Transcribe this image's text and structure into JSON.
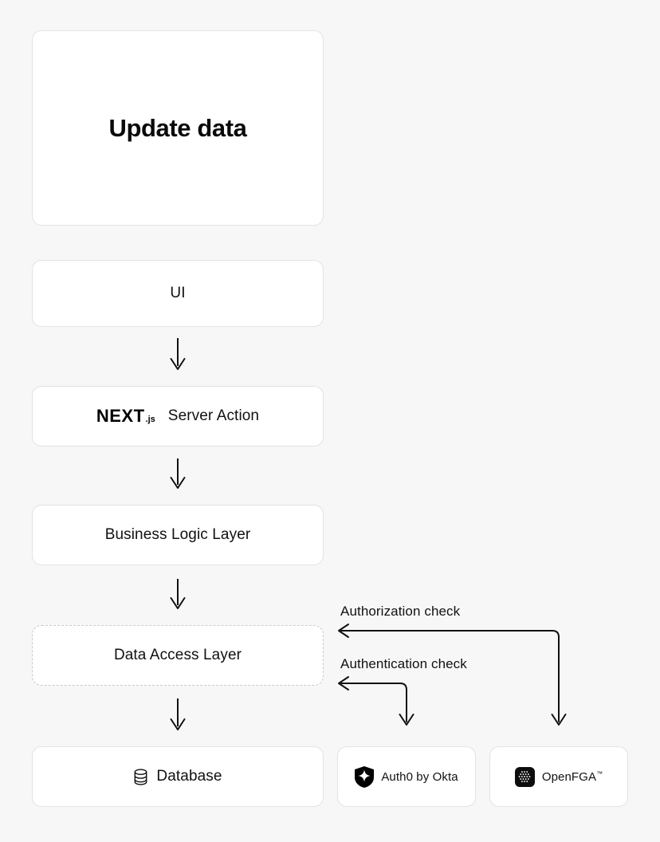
{
  "diagram": {
    "title": "Update data",
    "background_color": "#f7f7f7",
    "card_background": "#ffffff",
    "border_color": "#e3e3e3",
    "dashed_border_color": "#c9c9c9",
    "stroke_color": "#111111"
  },
  "nodes": {
    "update": {
      "label": "Update data"
    },
    "ui": {
      "label": "UI"
    },
    "server_action": {
      "logo": "nextjs-logo",
      "logo_word": "NEXT",
      "logo_suffix": ".js",
      "label": "Server Action"
    },
    "business_logic": {
      "label": "Business Logic Layer"
    },
    "data_access": {
      "label": "Data Access Layer",
      "style": "dashed"
    },
    "database": {
      "icon": "database-icon",
      "label": "Database"
    },
    "auth0": {
      "icon": "auth0-shield-icon",
      "label": "Auth0 by Okta"
    },
    "openfga": {
      "icon": "openfga-icon",
      "label": "OpenFGA",
      "trademark": "™"
    }
  },
  "connectors": {
    "ui_to_server": {
      "direction": "down"
    },
    "server_to_business": {
      "direction": "down"
    },
    "business_to_data_access": {
      "direction": "down"
    },
    "data_access_to_database": {
      "direction": "down"
    },
    "authorization": {
      "label": "Authorization check",
      "from": "openfga",
      "to": "data_access"
    },
    "authentication": {
      "label": "Authentication check",
      "from": "auth0",
      "to": "data_access"
    }
  }
}
